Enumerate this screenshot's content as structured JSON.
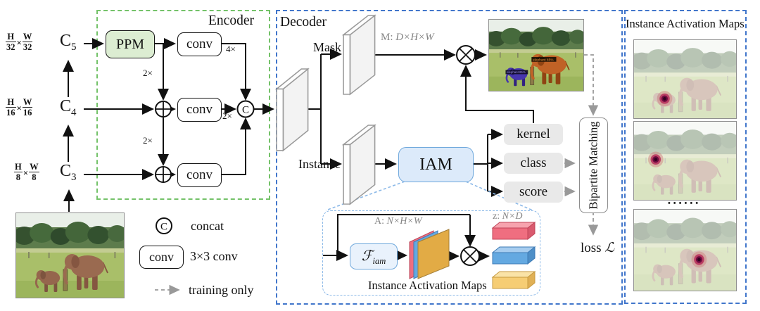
{
  "figure": {
    "backbone": {
      "levels": [
        {
          "frac_h_num": "H",
          "frac_h_den": "32",
          "times": "×",
          "frac_w_num": "W",
          "frac_w_den": "32",
          "label": "C",
          "sub": "5"
        },
        {
          "frac_h_num": "H",
          "frac_h_den": "16",
          "times": "×",
          "frac_w_num": "W",
          "frac_w_den": "16",
          "label": "C",
          "sub": "4"
        },
        {
          "frac_h_num": "H",
          "frac_h_den": "8",
          "times": "×",
          "frac_w_num": "W",
          "frac_w_den": "8",
          "label": "C",
          "sub": "3"
        }
      ]
    },
    "encoder": {
      "title": "Encoder",
      "ppm_label": "PPM",
      "conv_top": "conv",
      "conv_mid": "conv",
      "conv_bottom": "conv",
      "scale_2x_top": "2×",
      "scale_2x_bottom": "2×",
      "scale_4x": "4×",
      "scale_2x_mid": "2×",
      "concat_symbol": "C"
    },
    "decoder": {
      "title": "Decoder",
      "mask_branch_label": "Mask",
      "instance_branch_label": "Instance",
      "mask_dim_prefix": "M:",
      "mask_dim_value": "D×H×W",
      "iam_label": "IAM",
      "kernel_label": "kernel",
      "class_label": "class",
      "score_label": "score",
      "bipartite_label": "Bipartite Matching",
      "loss_prefix": "loss",
      "loss_symbol": "ℒ"
    },
    "iam_detail": {
      "fn_symbol": "ℱ",
      "fn_sub": "iam",
      "a_dim_prefix": "A:",
      "a_dim_value": "N×H×W",
      "z_dim_prefix": "z:",
      "z_dim_value": "N×D",
      "caption": "Instance Activation Maps"
    },
    "right_panel": {
      "title": "Instance Activation Maps",
      "ellipsis": "••••••"
    },
    "legend": {
      "concat_symbol": "C",
      "concat_label": "concat",
      "conv_box_label": "conv",
      "conv_desc": "3×3 conv",
      "training_label": "training only"
    },
    "mask_output": {
      "label_large": "elephant 85%",
      "label_small": "elephant 85%"
    },
    "colors": {
      "encoder_border": "#74c269",
      "decoder_border": "#4176cb",
      "detail_border": "#8cb9e8",
      "ppm_fill": "#dcedd2",
      "iam_fill": "#dceafa",
      "iam_border": "#6fa8dc",
      "gray_box_fill": "#e9e9e9",
      "bar_pink": "#ef6e80",
      "bar_blue": "#64a9e1",
      "bar_yellow": "#f6cd74"
    }
  }
}
